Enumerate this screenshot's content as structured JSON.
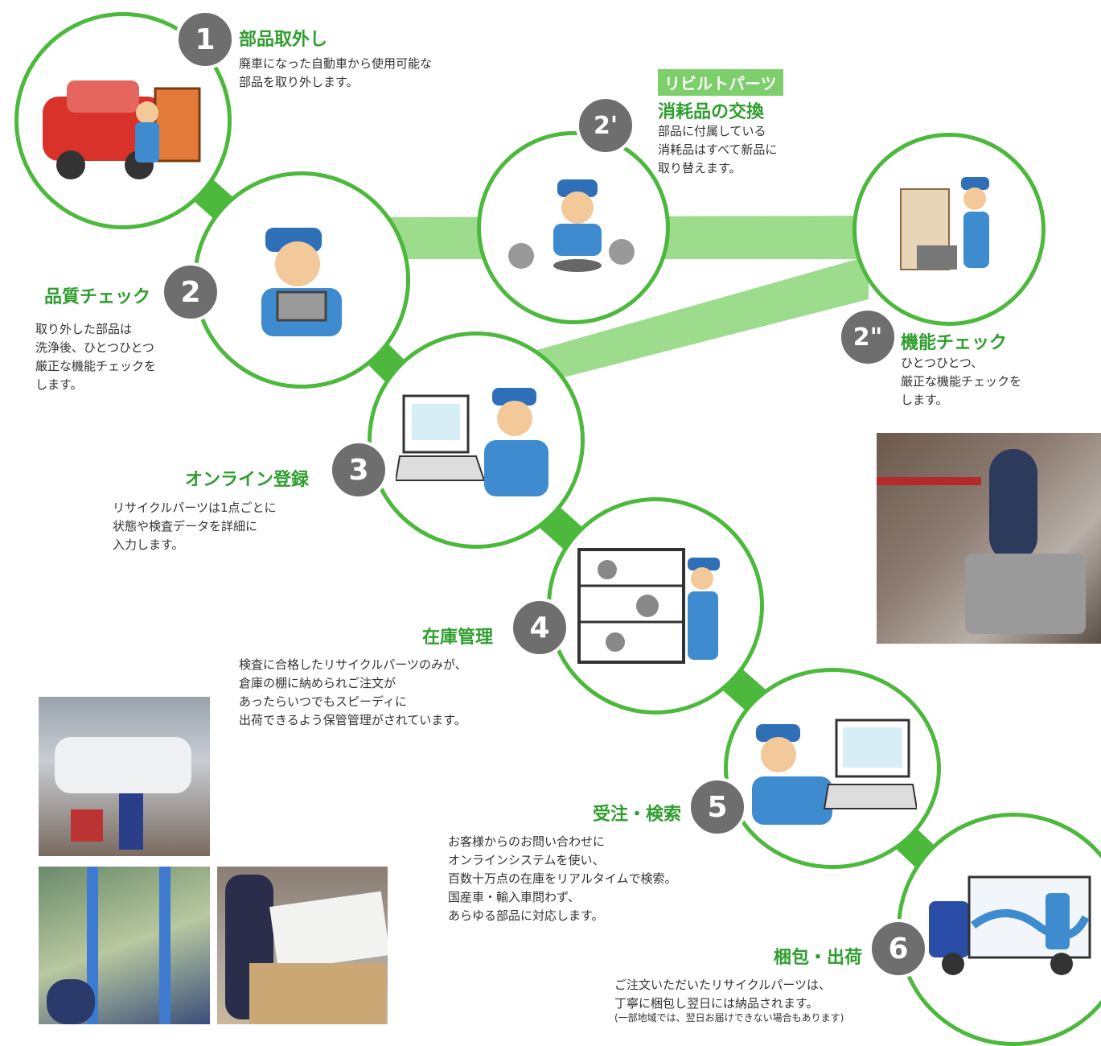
{
  "steps": [
    {
      "num": "1",
      "title": "部品取外し",
      "desc": "廃車になった自動車から使用可能な\n部品を取り外します。",
      "icon": "car-dismantle-illustration"
    },
    {
      "num": "2",
      "title": "品質チェック",
      "desc": "取り外した部品は\n洗浄後、ひとつひとつ\n厳正な機能チェックを\nします。",
      "icon": "part-inspection-illustration"
    },
    {
      "num": "3",
      "title": "オンライン登録",
      "desc": "リサイクルパーツは1点ごとに\n状態や検査データを詳細に\n入力します。",
      "icon": "computer-entry-illustration"
    },
    {
      "num": "4",
      "title": "在庫管理",
      "desc": "検査に合格したリサイクルパーツのみが、\n倉庫の棚に納められご注文が\nあったらいつでもスピーディに\n出荷できるよう保管管理がされています。",
      "icon": "warehouse-shelf-illustration"
    },
    {
      "num": "5",
      "title": "受注・検索",
      "desc": "お客様からのお問い合わせに\nオンラインシステムを使い、\n百数十万点の在庫をリアルタイムで検索。\n国産車・輸入車問わず、\nあらゆる部品に対応します。",
      "icon": "order-search-illustration"
    },
    {
      "num": "6",
      "title": "梱包・出荷",
      "desc": "ご注文いただいたリサイクルパーツは、\n丁寧に梱包し翌日には納品されます。",
      "note": "(一部地域では、翌日お届けできない場合もあります)",
      "icon": "delivery-truck-illustration"
    }
  ],
  "rebuilt": {
    "tag": "リビルトパーツ",
    "step2a": {
      "num": "2'",
      "title": "消耗品の交換",
      "desc": "部品に付属している\n消耗品はすべて新品に\n取り替えます。",
      "icon": "consumable-replace-illustration"
    },
    "step2b": {
      "num": "2\"",
      "title": "機能チェック",
      "desc": "ひとつひとつ、\n厳正な機能チェックを\nします。",
      "icon": "function-check-illustration"
    }
  },
  "colors": {
    "accent": "#4cb83c",
    "connector": "#9ddc8c",
    "badge": "#6e6e6e",
    "title": "#2f9e2f"
  }
}
